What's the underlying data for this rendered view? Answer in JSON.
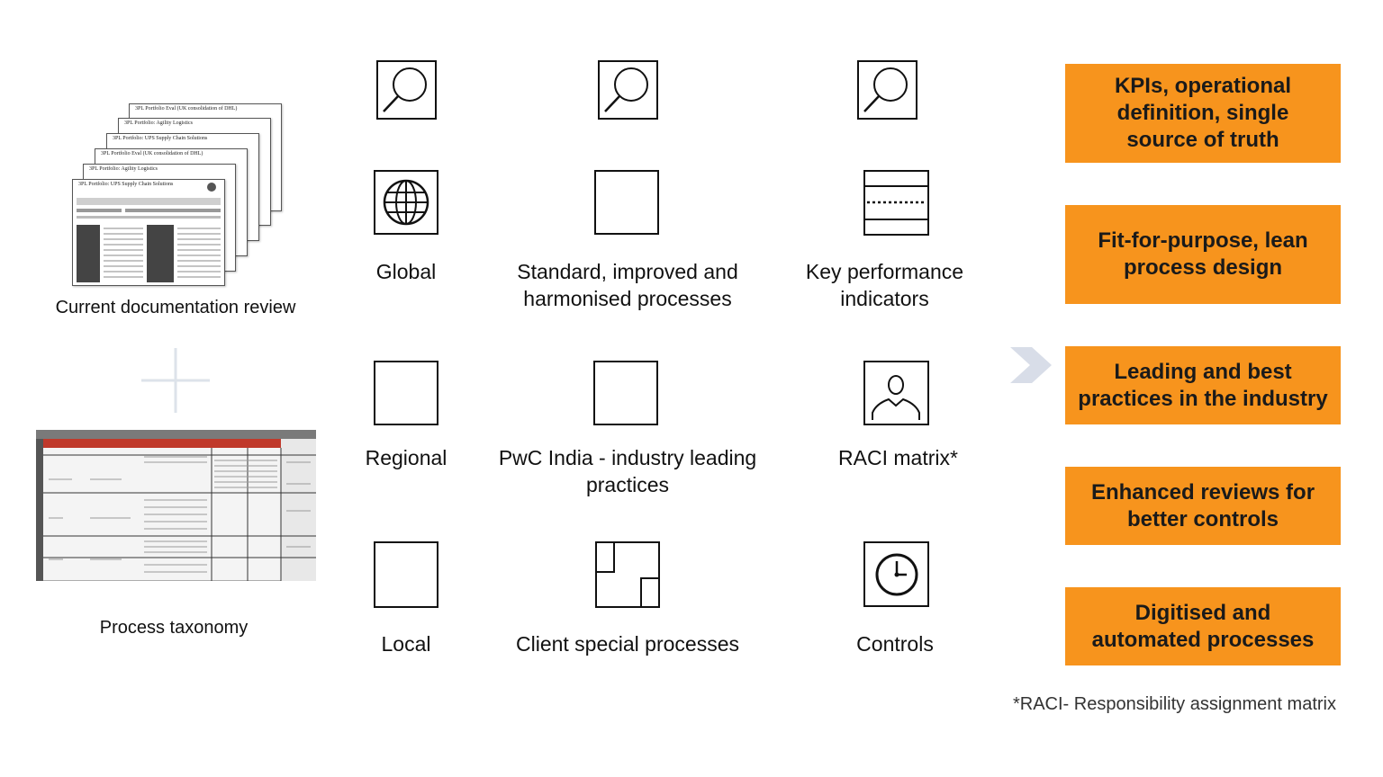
{
  "left": {
    "doc_review_label": "Current documentation review",
    "taxonomy_label": "Process taxonomy",
    "doc_titles": [
      "3PL Portfolio Eval (UK consolidation of DHL)",
      "3PL Portfolio: Agility Logistics",
      "3PL Portfolio: UPS Supply Chain Solutions",
      "3PL Portfolio Eval (UK consolidation of DHL)",
      "3PL Portfolio: Agility Logistics",
      "3PL Portfolio: UPS Supply Chain Solutions"
    ]
  },
  "grid": {
    "row1": {
      "col1": {
        "label": "Global",
        "icon": "globe-icon"
      },
      "col2": {
        "label": "Standard, improved and harmonised processes",
        "icon": "square-icon"
      },
      "col3": {
        "label": "Key performance indicators",
        "icon": "kpi-icon"
      }
    },
    "row2": {
      "col1": {
        "label": "Regional",
        "icon": "square-icon"
      },
      "col2": {
        "label": "PwC India - industry leading practices",
        "icon": "square-icon"
      },
      "col3": {
        "label": "RACI matrix*",
        "icon": "person-icon"
      }
    },
    "row3": {
      "col1": {
        "label": "Local",
        "icon": "square-icon"
      },
      "col2": {
        "label": "Client special processes",
        "icon": "corner-squares-icon"
      },
      "col3": {
        "label": "Controls",
        "icon": "clock-icon"
      }
    }
  },
  "outcomes": [
    "KPIs, operational definition, single source of truth",
    "Fit-for-purpose, lean process design",
    "Leading and best practices in the industry",
    "Enhanced reviews for better controls",
    "Digitised and automated processes"
  ],
  "footnote": "*RACI- Responsibility assignment matrix",
  "colors": {
    "accent": "#f7941d",
    "table_header": "#c0392b",
    "arrow": "#d8dde8"
  }
}
